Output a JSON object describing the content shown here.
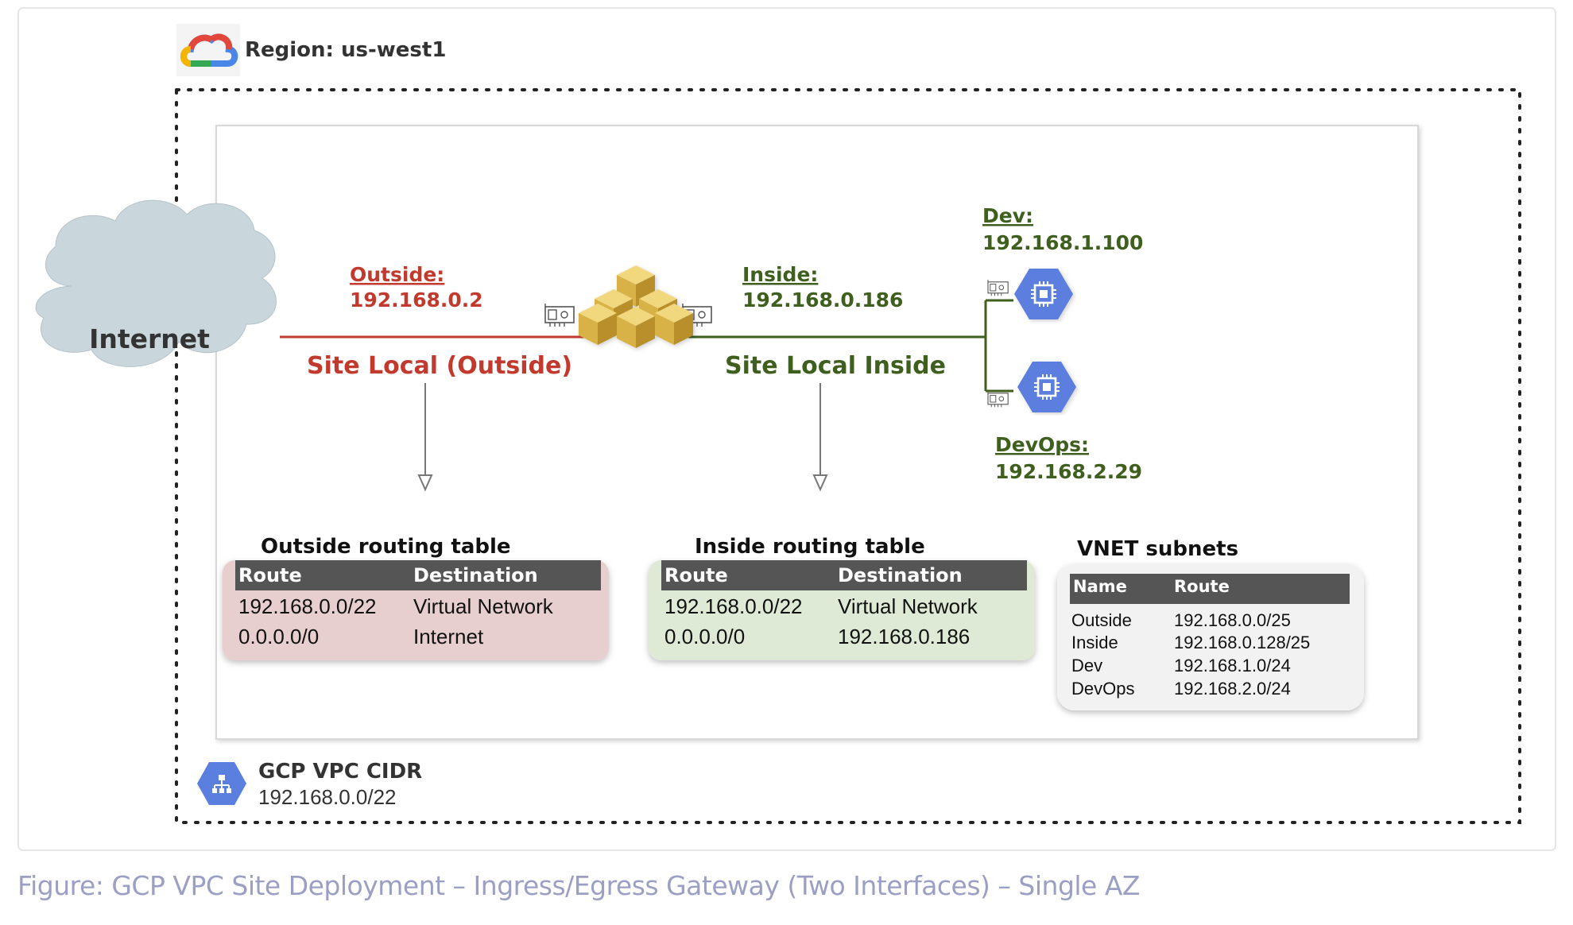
{
  "region": {
    "label": "Region: us-west1",
    "icon": "google-cloud-icon"
  },
  "internet": {
    "label": "Internet"
  },
  "outside": {
    "title": "Outside:",
    "ip": "192.168.0.2",
    "link_label": "Site Local (Outside)",
    "color": "#c2392d"
  },
  "inside": {
    "title": "Inside:",
    "ip": "192.168.0.186",
    "link_label": "Site Local Inside",
    "color": "#3f5f1f"
  },
  "dev": {
    "title": "Dev:",
    "ip": "192.168.1.100",
    "icon": "compute-engine-icon"
  },
  "devops": {
    "title": "DevOps:",
    "ip": "192.168.2.29",
    "icon": "compute-engine-icon"
  },
  "gateway": {
    "icon": "gateway-cubes-icon"
  },
  "nic": {
    "icon": "network-interface-card-icon"
  },
  "outside_table": {
    "title": "Outside routing table",
    "headers": [
      "Route",
      "Destination"
    ],
    "rows": [
      [
        "192.168.0.0/22",
        "Virtual Network"
      ],
      [
        "0.0.0.0/0",
        "Internet"
      ]
    ],
    "bg": "#e8cfcf"
  },
  "inside_table": {
    "title": "Inside routing table",
    "headers": [
      "Route",
      "Destination"
    ],
    "rows": [
      [
        "192.168.0.0/22",
        "Virtual Network"
      ],
      [
        "0.0.0.0/0",
        "192.168.0.186"
      ]
    ],
    "bg": "#deead5"
  },
  "vnet": {
    "title": "VNET subnets",
    "headers": [
      "Name",
      "Route"
    ],
    "rows": [
      [
        "Outside",
        "192.168.0.0/25"
      ],
      [
        "Inside",
        "192.168.0.128/25"
      ],
      [
        "Dev",
        "192.168.1.0/24"
      ],
      [
        "DevOps",
        "192.168.2.0/24"
      ]
    ],
    "bg": "#f2f2f2"
  },
  "vpc": {
    "title": "GCP VPC CIDR",
    "cidr": "192.168.0.0/22",
    "icon": "vpc-network-icon"
  },
  "caption": "Figure: GCP VPC Site Deployment – Ingress/Egress Gateway (Two Interfaces) – Single AZ"
}
